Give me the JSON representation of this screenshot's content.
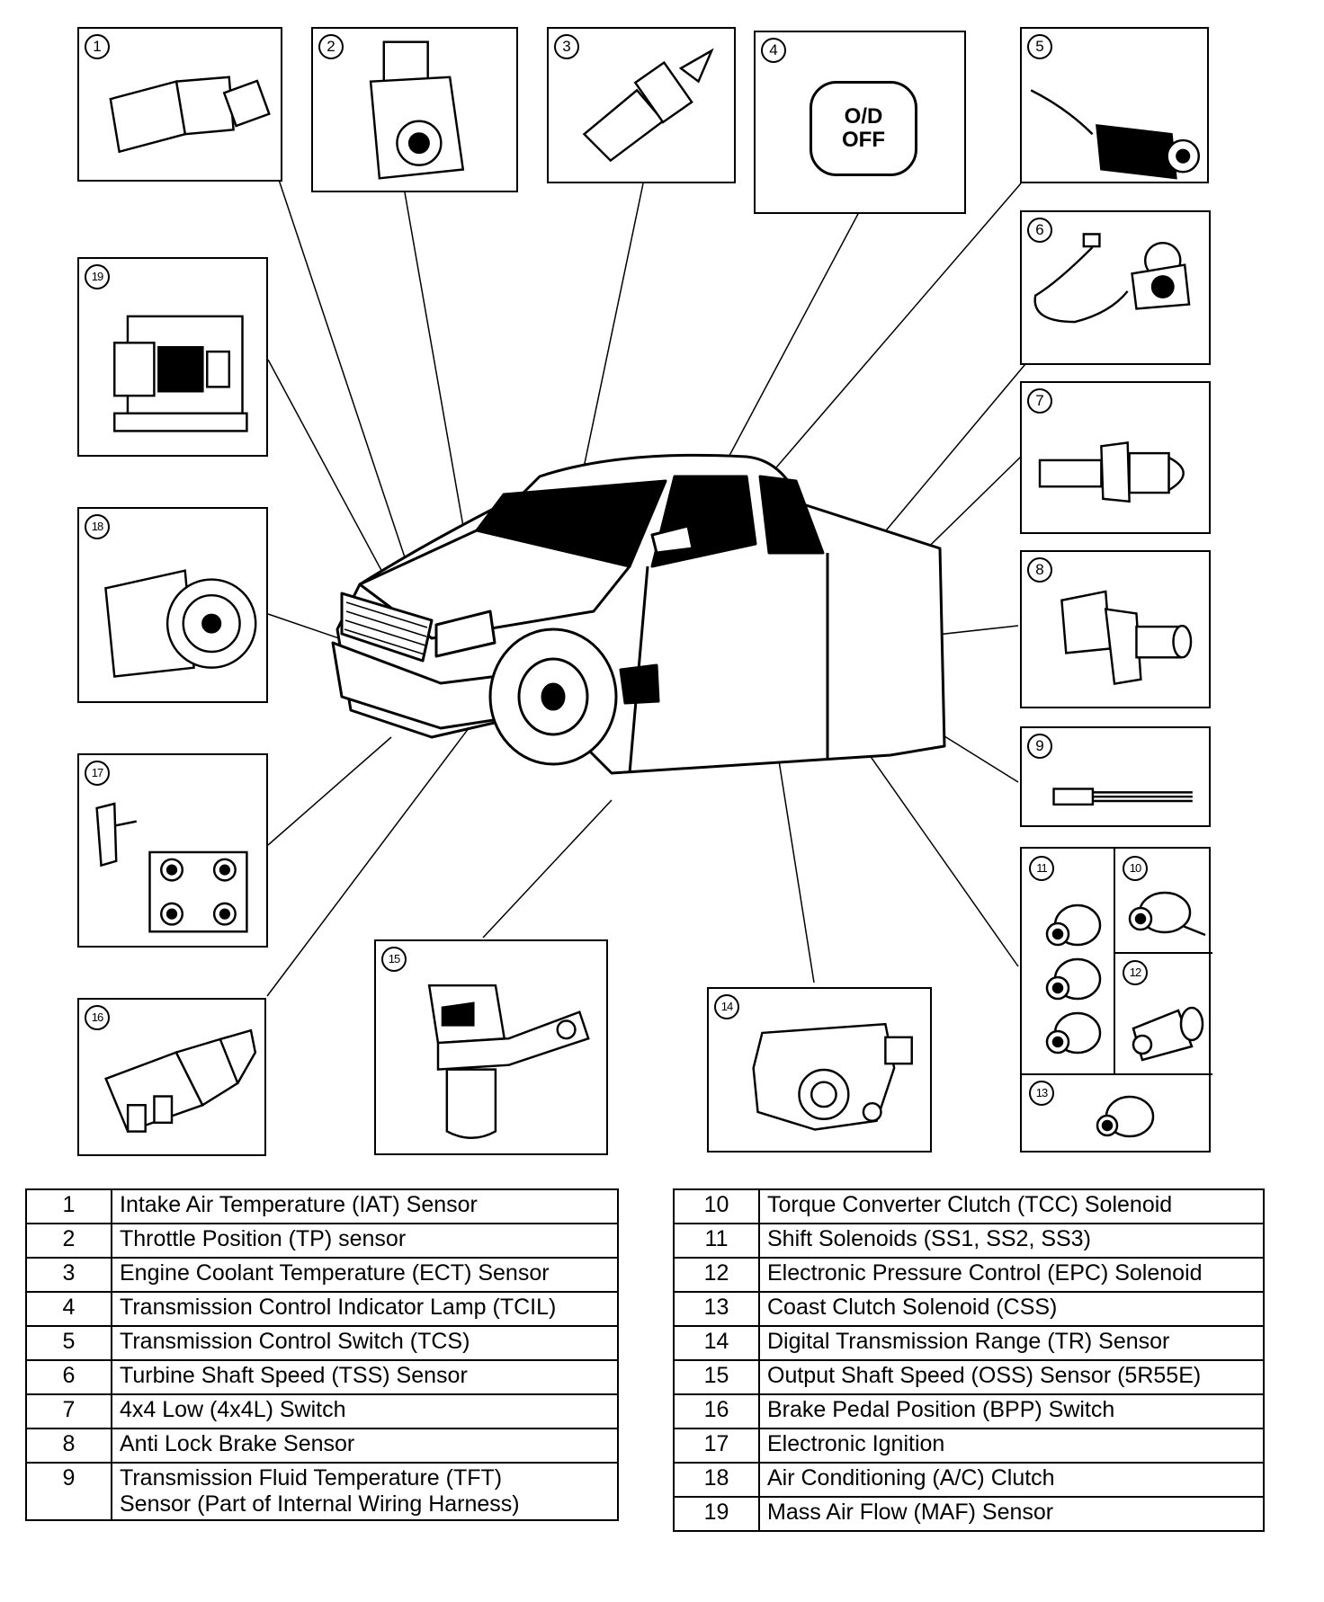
{
  "callouts": [
    {
      "id": "1",
      "icon": "intake-air-temperature-sensor-icon"
    },
    {
      "id": "2",
      "icon": "throttle-position-sensor-icon"
    },
    {
      "id": "3",
      "icon": "engine-coolant-temperature-sensor-icon"
    },
    {
      "id": "4",
      "icon": "indicator-lamp-icon",
      "lamp_text_1": "O/D",
      "lamp_text_2": "OFF"
    },
    {
      "id": "5",
      "icon": "control-switch-icon"
    },
    {
      "id": "6",
      "icon": "speed-sensor-icon"
    },
    {
      "id": "7",
      "icon": "switch-icon"
    },
    {
      "id": "8",
      "icon": "brake-sensor-icon"
    },
    {
      "id": "9",
      "icon": "temperature-probe-icon"
    },
    {
      "id": "10",
      "icon": "solenoid-icon"
    },
    {
      "id": "11",
      "icon": "solenoid-group-icon"
    },
    {
      "id": "12",
      "icon": "solenoid-icon"
    },
    {
      "id": "13",
      "icon": "solenoid-icon"
    },
    {
      "id": "14",
      "icon": "range-sensor-icon"
    },
    {
      "id": "15",
      "icon": "output-shaft-sensor-icon"
    },
    {
      "id": "16",
      "icon": "pedal-switch-icon"
    },
    {
      "id": "17",
      "icon": "ignition-module-icon"
    },
    {
      "id": "18",
      "icon": "ac-clutch-icon"
    },
    {
      "id": "19",
      "icon": "mass-air-flow-sensor-icon"
    }
  ],
  "legend_left": [
    {
      "num": "1",
      "label": "Intake Air Temperature (IAT) Sensor"
    },
    {
      "num": "2",
      "label": "Throttle Position (TP) sensor"
    },
    {
      "num": "3",
      "label": "Engine Coolant Temperature (ECT) Sensor"
    },
    {
      "num": "4",
      "label": "Transmission Control Indicator Lamp (TCIL)"
    },
    {
      "num": "5",
      "label": "Transmission Control Switch (TCS)"
    },
    {
      "num": "6",
      "label": "Turbine Shaft Speed (TSS) Sensor"
    },
    {
      "num": "7",
      "label": "4x4 Low (4x4L) Switch"
    },
    {
      "num": "8",
      "label": "Anti Lock Brake Sensor"
    },
    {
      "num": "9",
      "label": "Transmission Fluid Temperature (TFT)",
      "label2": "Sensor (Part of Internal Wiring Harness)"
    }
  ],
  "legend_right": [
    {
      "num": "10",
      "label": "Torque Converter Clutch (TCC) Solenoid"
    },
    {
      "num": "11",
      "label": "Shift Solenoids (SS1, SS2, SS3)"
    },
    {
      "num": "12",
      "label": "Electronic Pressure Control (EPC) Solenoid"
    },
    {
      "num": "13",
      "label": "Coast Clutch Solenoid (CSS)"
    },
    {
      "num": "14",
      "label": "Digital Transmission Range (TR) Sensor"
    },
    {
      "num": "15",
      "label": "Output Shaft Speed (OSS) Sensor (5R55E)"
    },
    {
      "num": "16",
      "label": "Brake Pedal Position (BPP) Switch"
    },
    {
      "num": "17",
      "label": "Electronic Ignition"
    },
    {
      "num": "18",
      "label": "Air Conditioning (A/C) Clutch"
    },
    {
      "num": "19",
      "label": "Mass Air Flow (MAF) Sensor"
    }
  ]
}
